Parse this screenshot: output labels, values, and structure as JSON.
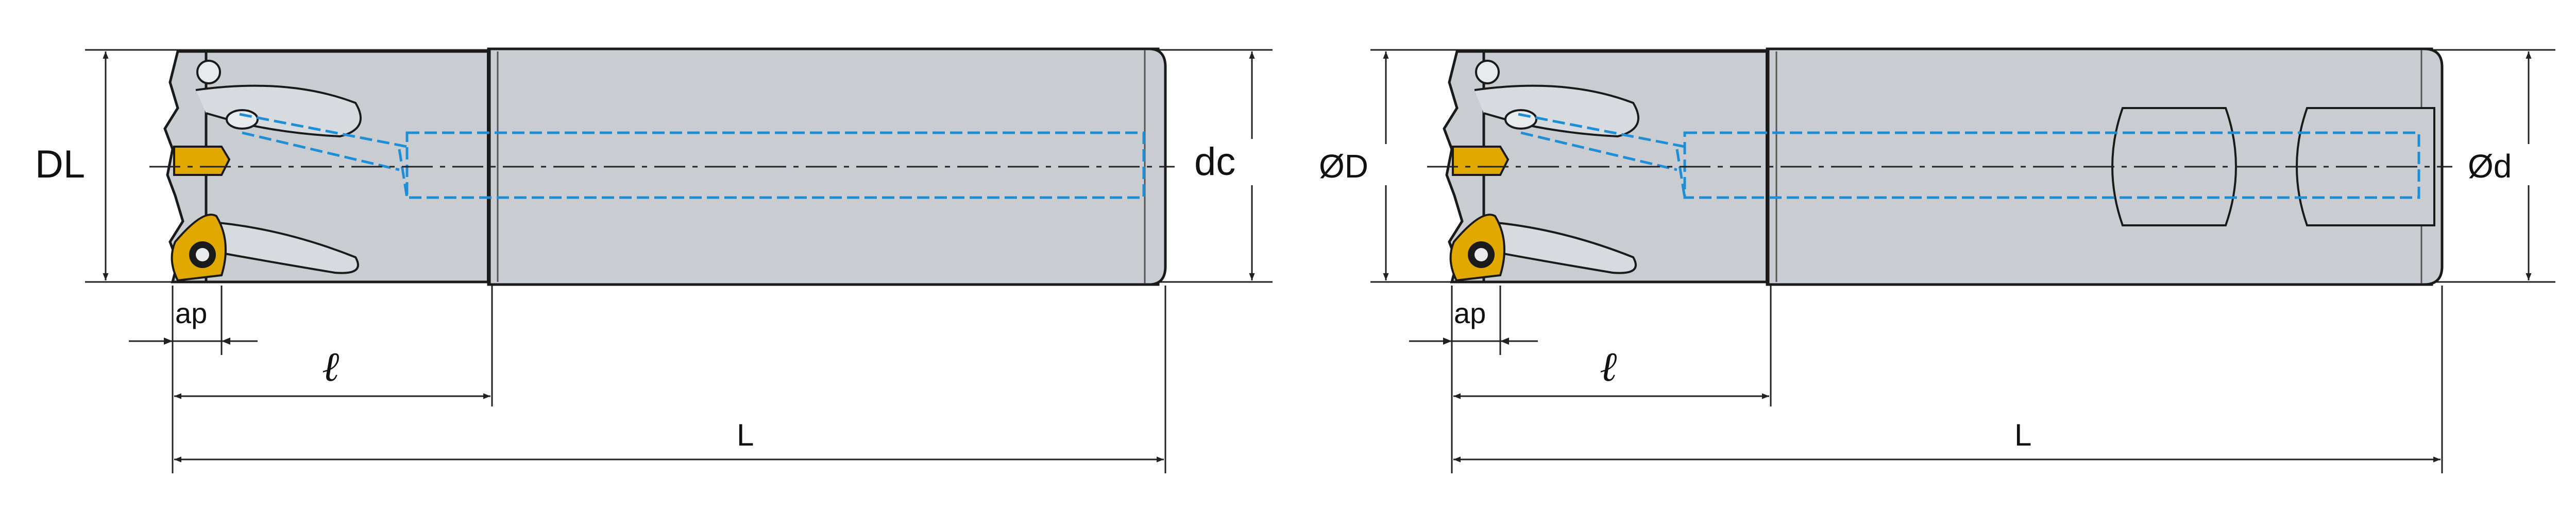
{
  "colors": {
    "body": "#c9cdd1",
    "outline": "#1a1a1a",
    "coolant": "#1e8fd6",
    "insert": "#e1a800",
    "dim_line": "#222222",
    "background": "#ffffff"
  },
  "left_view": {
    "labels": {
      "diameter_cutting_length": "DL",
      "diameter_shank": "dc",
      "depth_of_cut": "ap",
      "flute_length": "ℓ",
      "overall_length": "L"
    }
  },
  "right_view": {
    "labels": {
      "diameter_cutting": "ØD",
      "diameter_shank": "Ød",
      "depth_of_cut": "ap",
      "flute_length": "ℓ",
      "overall_length": "L"
    }
  }
}
